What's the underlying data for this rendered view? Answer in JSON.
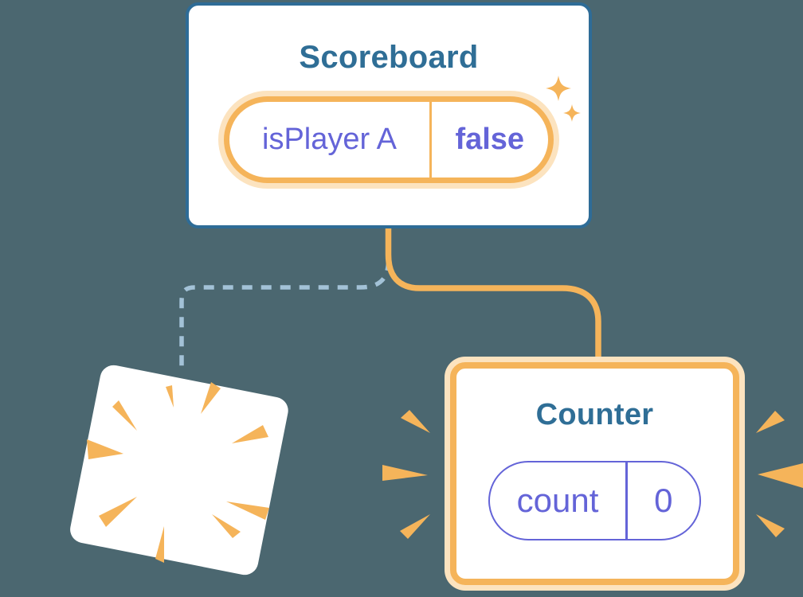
{
  "diagram": {
    "scoreboard": {
      "title": "Scoreboard",
      "state": {
        "key": "isPlayer A",
        "value": "false"
      }
    },
    "counter": {
      "title": "Counter",
      "state": {
        "key": "count",
        "value": "0"
      }
    },
    "colors": {
      "background": "#4B6770",
      "scoreboard_border": "#2E6C97",
      "title_text": "#2F6E96",
      "accent_orange": "#F5B45A",
      "halo_orange": "#FCE3BF",
      "state_purple": "#6464D8",
      "dashed_connector_blue": "#A3C2D7",
      "card_background": "#FFFFFF"
    },
    "icons": {
      "sparkles": "sparkles-icon",
      "poof": "poof-burst-icon",
      "emphasis": "emphasis-rays-icon"
    }
  }
}
